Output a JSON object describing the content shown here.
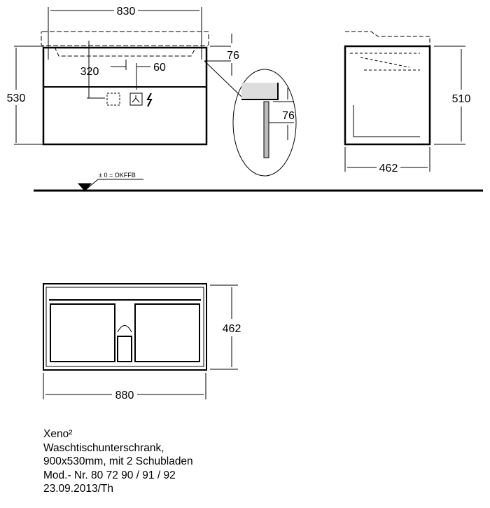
{
  "drawing": {
    "front_view": {
      "width_dim": "830",
      "height_dim": "530",
      "offset_dim": "76",
      "left_dim": "320",
      "right_dim": "60"
    },
    "detail_view": {
      "dim": "76"
    },
    "side_view": {
      "height_dim": "510",
      "depth_dim": "462"
    },
    "floor_label": "± 0 = OKFFB",
    "top_view": {
      "depth_dim": "462",
      "width_dim": "880"
    }
  },
  "caption": {
    "lines": [
      "Xeno²",
      "Waschtischunterschrank,",
      "900x530mm, mit 2 Schubladen",
      "Mod.- Nr. 80 72 90 / 91 / 92",
      "23.09.2013/Th"
    ]
  }
}
